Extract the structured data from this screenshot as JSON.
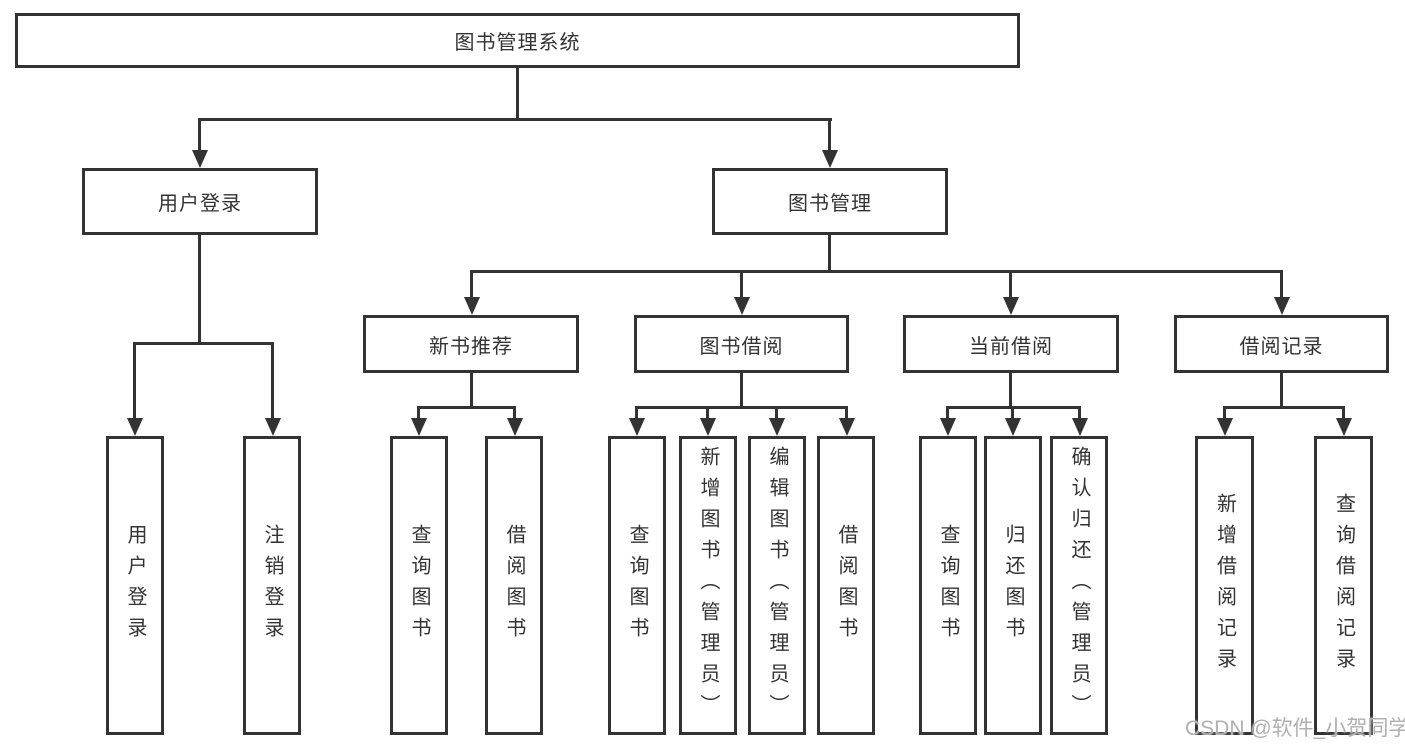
{
  "diagram": {
    "root": {
      "label": "图书管理系统"
    },
    "level2": [
      {
        "label": "用户登录"
      },
      {
        "label": "图书管理"
      }
    ],
    "level3": [
      {
        "label": "新书推荐"
      },
      {
        "label": "图书借阅"
      },
      {
        "label": "当前借阅"
      },
      {
        "label": "借阅记录"
      }
    ],
    "leaves": {
      "user_login": [
        "用户登录",
        "注销登录"
      ],
      "new_book": [
        "查询图书",
        "借阅图书"
      ],
      "book_borrow": [
        "查询图书",
        "新增图书（管理员）",
        "编辑图书（管理员）",
        "借阅图书"
      ],
      "current_borrow": [
        "查询图书",
        "归还图书",
        "确认归还（管理员）"
      ],
      "borrow_record": [
        "新增借阅记录",
        "查询借阅记录"
      ]
    }
  },
  "watermark": {
    "text": "CSDN @软件_小贺同学"
  },
  "colors": {
    "line": "#333333",
    "box": "#333333",
    "text": "#333333",
    "watermark": "#b0b0b0",
    "bg": "#ffffff"
  }
}
